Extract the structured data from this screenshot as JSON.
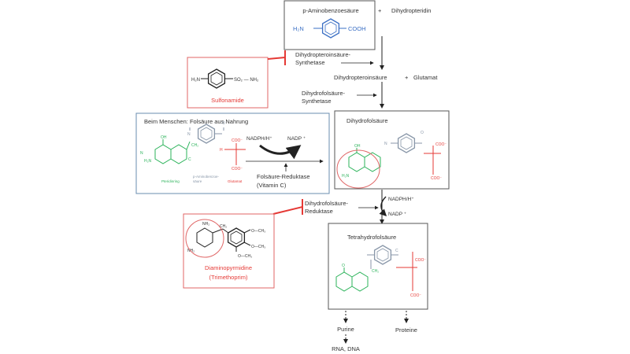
{
  "colors": {
    "green": "#2bb35a",
    "blue": "#3a6fc4",
    "red": "#e53935",
    "grey": "#8896a8",
    "box": "#555555",
    "inhibit_box": "#e06666"
  },
  "top": {
    "paba_title": "p-Aminobenzoesäure",
    "paba_left": "H₂N",
    "paba_right": "COOH",
    "plus1": "+",
    "dihydropteridin": "Dihydropteridin"
  },
  "enzymes": {
    "dps_1": "Dihydropteroinsäure-",
    "dps_2": "Synthetase",
    "dfs_1": "Dihydrofolsäure-",
    "dfs_2": "Synthetase",
    "dfr_1": "Dihydrofolsäure-",
    "dfr_2": "Reduktase"
  },
  "intermediate": {
    "dihydropteroinsaeure": "Dihydropteroinsäure",
    "plus2": "+",
    "glutamat": "Glutamat"
  },
  "sulfonamide": {
    "left": "H₂N",
    "right": "SO₂ — NH₂",
    "label": "Sulfonamide"
  },
  "human": {
    "title": "Beim Menschen: Folsäure aus Nahrung",
    "nadph": "NADPH/H⁺",
    "nadp": "NADP ⁺",
    "enzyme_1": "Folsäure-Reduktase",
    "enzyme_2": "(Vitamin C)",
    "part_pteridin": "Pteridinring",
    "part_paba_1": "p-Aminobenzoe-",
    "part_paba_2": "säure",
    "part_glutamat": "Glutamat"
  },
  "dhf": {
    "title": "Dihydrofolsäure"
  },
  "reduction": {
    "nadph": "NADPH/H⁺",
    "nadp": "NADP ⁺"
  },
  "trimethoprim": {
    "label_1": "Diaminopyrmidine",
    "label_2": "(Trimethoprim)",
    "nh2": "NH₂",
    "ch2": "CH₂",
    "och3": "O—CH₃"
  },
  "thf": {
    "title": "Tetrahydrofolsäure"
  },
  "products": {
    "purine": "Purine",
    "rna_dna": "RNA, DNA",
    "proteine": "Proteine"
  },
  "atoms": {
    "n": "N",
    "h": "H",
    "o": "O",
    "c": "C",
    "oh": "OH",
    "ch2": "CH₂",
    "coo": "COO⁻",
    "h2n": "H₂N"
  }
}
